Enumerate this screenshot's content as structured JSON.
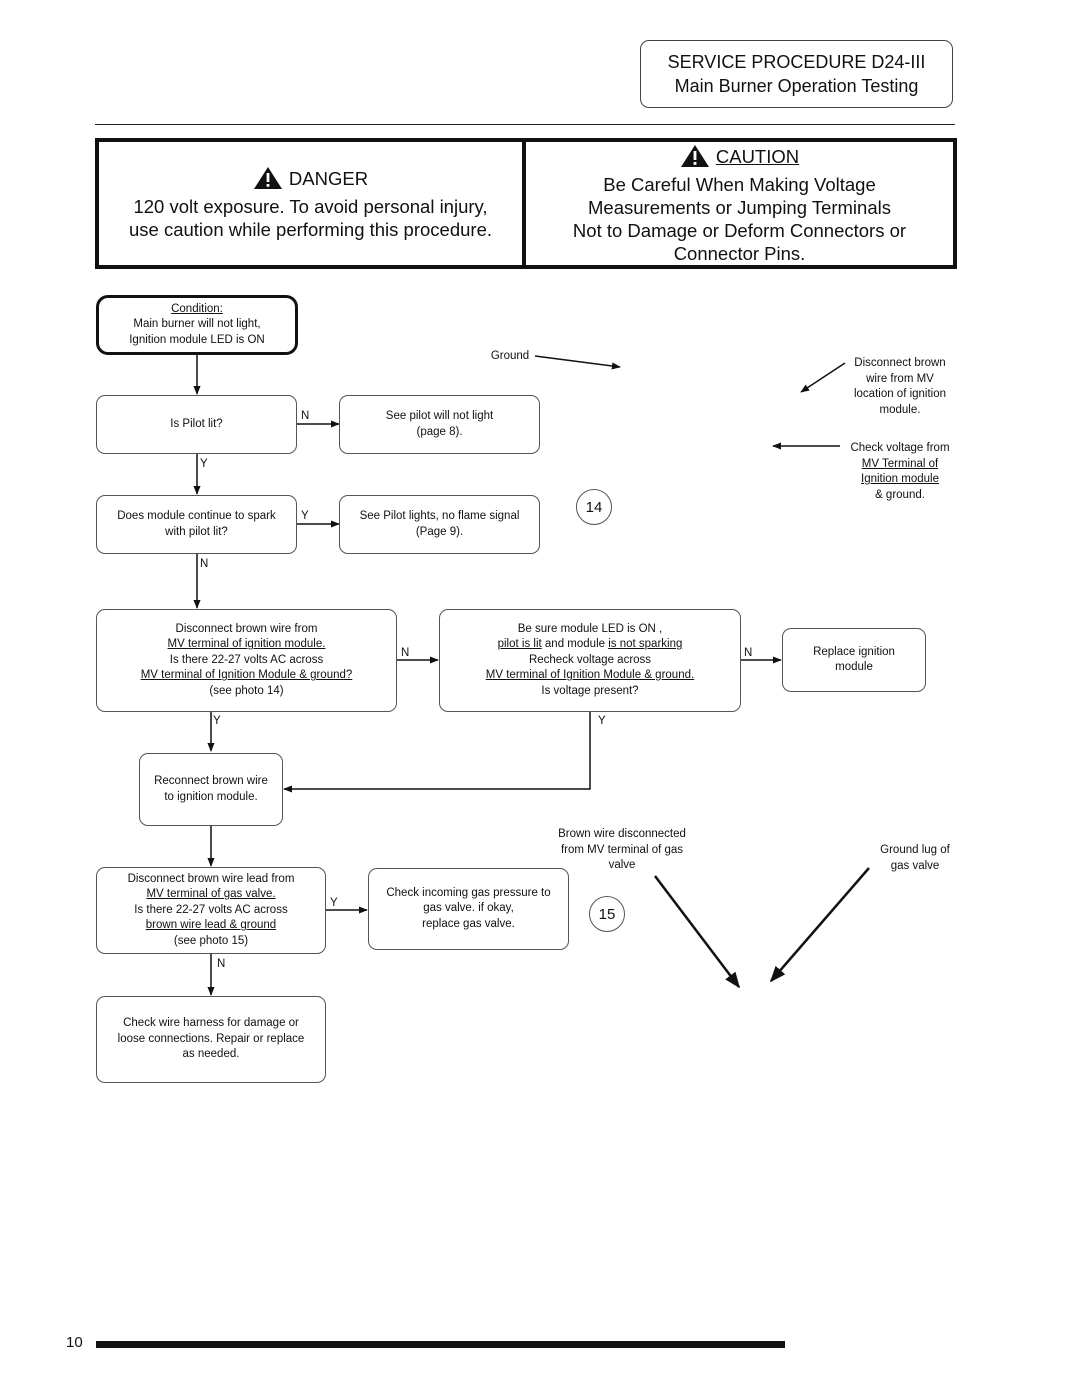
{
  "header": {
    "line1": "SERVICE PROCEDURE D24-III",
    "line2": "Main Burner Operation Testing"
  },
  "danger": {
    "title": "DANGER",
    "line1": "120 volt exposure. To avoid personal injury,",
    "line2": "use caution while performing this procedure."
  },
  "caution": {
    "title": "CAUTION",
    "line1": "Be Careful When Making Voltage",
    "line2": "Measurements or Jumping Terminals",
    "line3": "Not to Damage or Deform Connectors or",
    "line4": "Connector Pins."
  },
  "flow": {
    "condition": {
      "title": "Condition:",
      "line1": "Main burner will not light,",
      "line2": "Ignition module LED is  ON"
    },
    "pilot_lit": "Is Pilot lit?",
    "pilot_not_light": {
      "line1": "See  pilot will not light",
      "line2": "(page 8)."
    },
    "module_spark": {
      "line1": "Does module continue to spark",
      "line2": "with pilot lit?"
    },
    "no_flame": {
      "line1": "See  Pilot lights, no flame signal",
      "line2": "(Page 9)."
    },
    "disconnect_mv": {
      "line1": "Disconnect  brown  wire from",
      "line2": "MV  terminal of ignition module.",
      "line3": "Is there 22-27 volts AC across",
      "line4": "MV  terminal of Ignition Module & ground?",
      "line5": "(see photo 14)"
    },
    "be_sure": {
      "line1": "Be sure module LED is  ON ,",
      "line2a": "pilot is lit",
      "line2b": " and module ",
      "line2c": "is not sparking",
      "line3": "Recheck voltage across",
      "line4": "MV  terminal of Ignition Module & ground.",
      "line5": "Is voltage present?"
    },
    "replace_module": {
      "line1": "Replace ignition",
      "line2": "module"
    },
    "reconnect": {
      "line1": "Reconnect brown wire",
      "line2": "to ignition module."
    },
    "disconnect_gas": {
      "line1": "Disconnect brown wire lead from",
      "line2": "MV  terminal of gas valve.",
      "line3": "Is there 22-27 volts AC across",
      "line4": "brown wire lead & ground",
      "line5": "(see photo 15)"
    },
    "check_pressure": {
      "line1": "Check incoming gas pressure to",
      "line2": "gas valve. if okay,",
      "line3": "replace gas valve."
    },
    "check_harness": {
      "line1": "Check wire harness for damage or",
      "line2": "loose connections. Repair or replace",
      "line3": "as needed."
    },
    "labels": {
      "n1": "N",
      "y1": "Y",
      "y2": "Y",
      "n2": "N",
      "n3": "N",
      "n4": "N",
      "y3": "Y",
      "y4": "Y",
      "y5": "Y",
      "n5": "N"
    }
  },
  "photo14": {
    "number": "14",
    "ground": "Ground",
    "disconnect": {
      "line1": "Disconnect  brown",
      "line2": "wire from  MV",
      "line3": "location of ignition",
      "line4": "module."
    },
    "check": {
      "line1": "Check voltage from",
      "line2": "MV  Terminal of",
      "line3": "Ignition module",
      "line4": "& ground."
    }
  },
  "photo15": {
    "number": "15",
    "brown": {
      "line1": "Brown wire disconnected",
      "line2": "from  MV  terminal of gas",
      "line3": "valve"
    },
    "lug": {
      "line1": "Ground lug of",
      "line2": "gas valve"
    }
  },
  "footer": {
    "page": "10"
  }
}
